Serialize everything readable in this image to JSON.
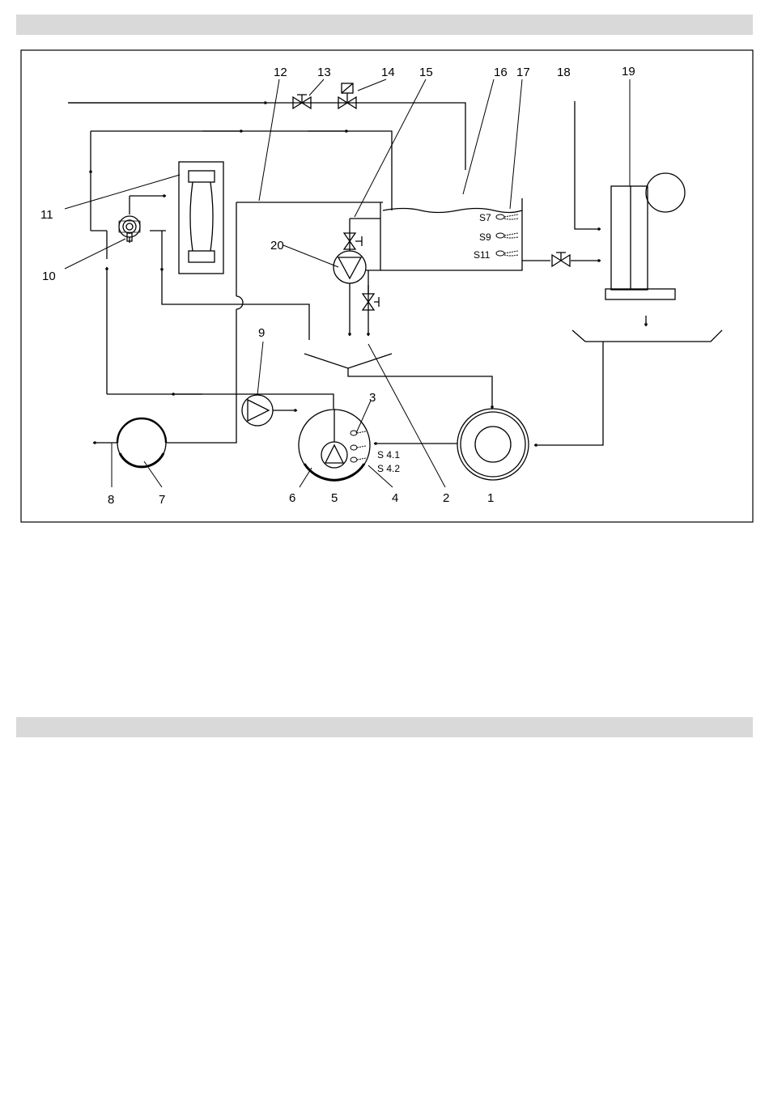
{
  "labels": {
    "n1": "1",
    "n2": "2",
    "n3": "3",
    "n4": "4",
    "n5": "5",
    "n6": "6",
    "n7": "7",
    "n8": "8",
    "n9": "9",
    "n10": "10",
    "n11": "11",
    "n12": "12",
    "n13": "13",
    "n14": "14",
    "n15": "15",
    "n16": "16",
    "n17": "17",
    "n18": "18",
    "n19": "19",
    "n20": "20"
  },
  "sensors": {
    "s7": "S7",
    "s9": "S9",
    "s11": "S11",
    "s41": "S 4.1",
    "s42": "S 4.2"
  },
  "colors": {
    "header_bar": "#d9d9d9",
    "line": "#000000"
  }
}
